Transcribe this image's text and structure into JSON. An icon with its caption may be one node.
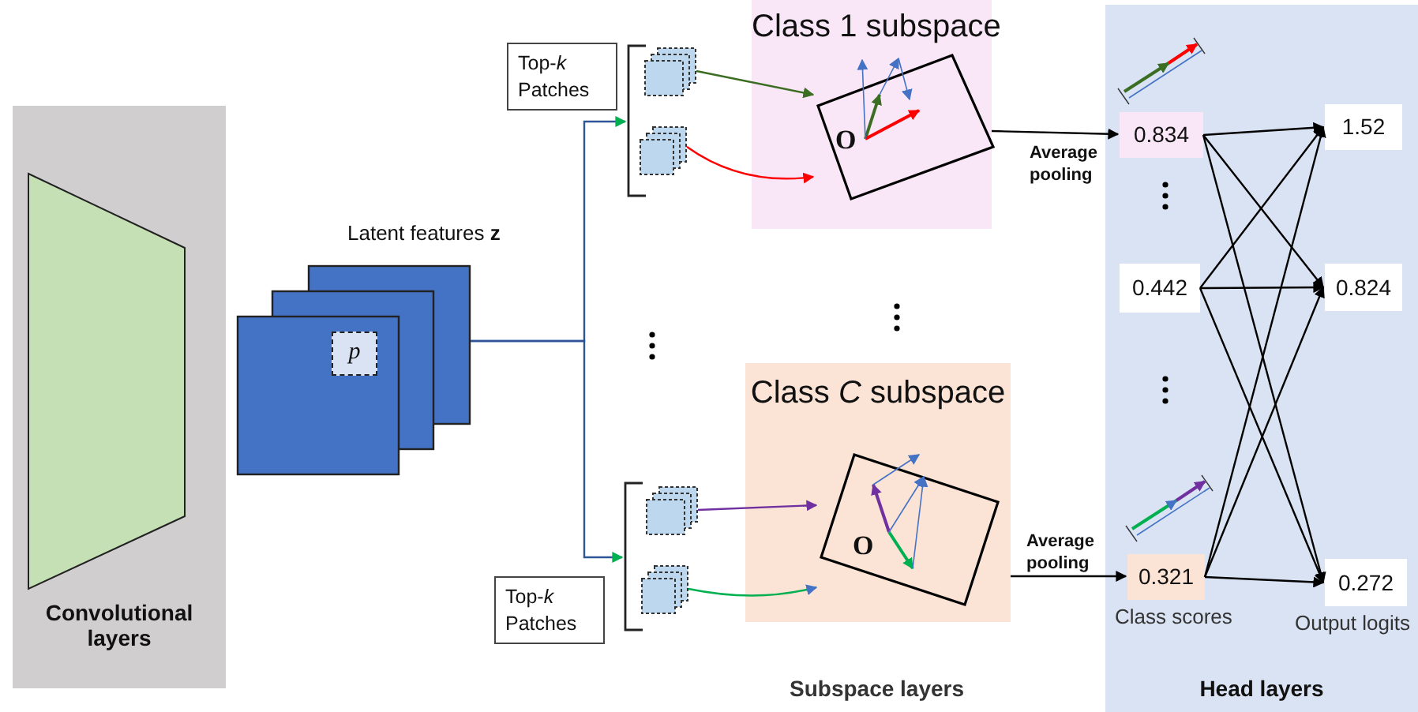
{
  "diagram": {
    "nodes": [
      {
        "text": [
          "Convolutional layers"
        ]
      },
      {
        "text": [],
        "shape": "box",
        "beside": [
          "Latent features **z**"
        ]
      },
      {
        "text": [
          "p"
        ],
        "in": 1
      },
      {
        "text": [
          "Top-*k* Patches"
        ]
      },
      {
        "text": [],
        "shape": "bracket"
      },
      {
        "text": [],
        "shape": "box",
        "in": 4
      },
      {
        "text": [],
        "shape": "box",
        "in": 4
      },
      {
        "text": [
          "Class 1 subspace"
        ]
      },
      {
        "text": [
          "O"
        ],
        "in": 7
      },
      {
        "text": [],
        "shape": "bracket"
      },
      {
        "text": [],
        "shape": "box",
        "in": 9
      },
      {
        "text": [],
        "shape": "box",
        "in": 9
      },
      {
        "text": [
          "Top-*k* Patches"
        ]
      },
      {
        "text": [
          "Class *C* subspace"
        ]
      },
      {
        "text": [
          "O"
        ],
        "in": 13
      },
      {
        "text": [
          "Head layers"
        ]
      },
      {
        "text": [
          "0.834"
        ],
        "in": 15
      },
      {
        "text": [
          "1.52"
        ],
        "in": 15
      },
      {
        "text": [
          "0.442"
        ],
        "in": 15
      },
      {
        "text": [
          "0.824"
        ],
        "in": 15
      },
      {
        "text": [
          "0.321"
        ],
        "in": 15,
        "beside": [
          "Class scores"
        ]
      },
      {
        "text": [
          "0.272"
        ],
        "in": 15,
        "beside": [
          "Output logits"
        ]
      }
    ],
    "edges": [
      {
        "from": 1,
        "to": 4,
        "arrow": "to",
        "color": "#2f5597"
      },
      {
        "from": 1,
        "to": 9,
        "arrow": "to",
        "color": "#2f5597"
      },
      {
        "from": 5,
        "to": 8,
        "arrow": "to",
        "color": "#3b6e22"
      },
      {
        "from": 6,
        "to": 8,
        "arrow": "to",
        "color": "#ff0000"
      },
      {
        "from": 10,
        "to": 14,
        "arrow": "to",
        "color": "#7030a0"
      },
      {
        "from": 11,
        "to": 14,
        "arrow": "to",
        "color": "#00b050"
      },
      {
        "from": 7,
        "to": 16,
        "arrow": "to",
        "label": "Average pooling"
      },
      {
        "from": 13,
        "to": 20,
        "arrow": "to",
        "label": "Average pooling"
      },
      {
        "from": 16,
        "to": 17,
        "arrow": "to"
      },
      {
        "from": 16,
        "to": 19,
        "arrow": "to"
      },
      {
        "from": 16,
        "to": 21,
        "arrow": "to"
      },
      {
        "from": 18,
        "to": 17,
        "arrow": "to"
      },
      {
        "from": 18,
        "to": 19,
        "arrow": "to"
      },
      {
        "from": 18,
        "to": 21,
        "arrow": "to"
      },
      {
        "from": 20,
        "to": 17,
        "arrow": "to"
      },
      {
        "from": 20,
        "to": 19,
        "arrow": "to"
      },
      {
        "from": 20,
        "to": 21,
        "arrow": "to"
      }
    ],
    "labels": [
      "Subspace layers"
    ]
  }
}
